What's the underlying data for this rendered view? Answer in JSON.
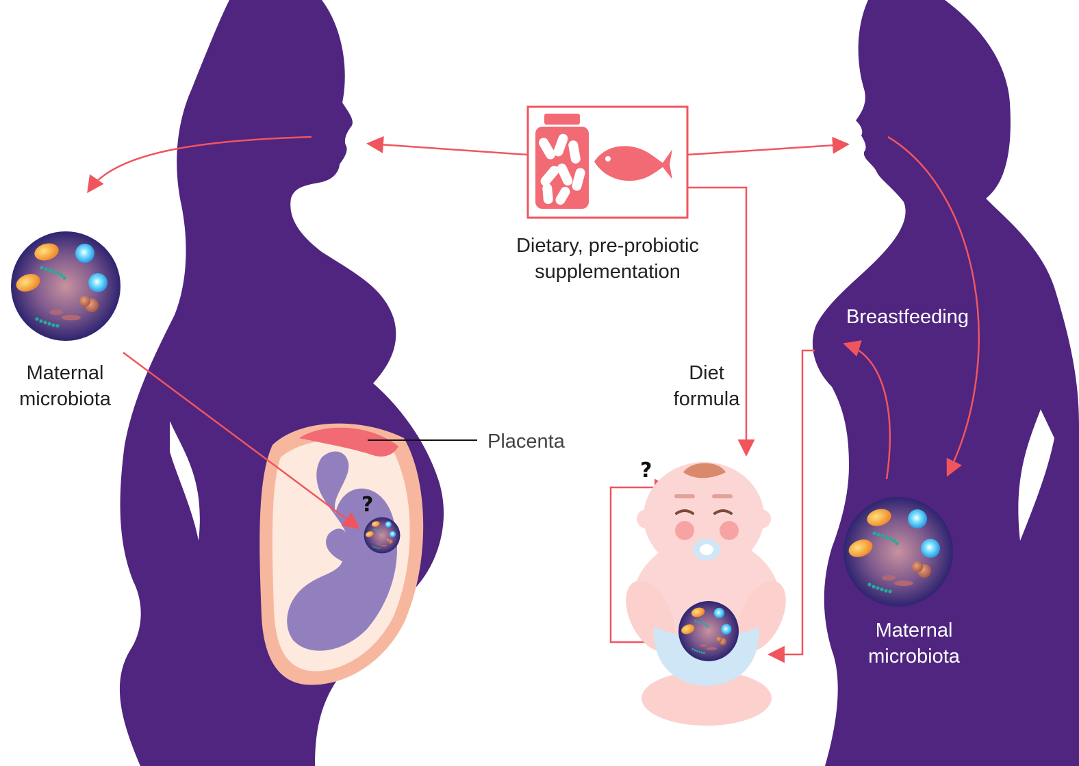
{
  "colors": {
    "silhouette": "#4f2580",
    "arrow": "#f0555e",
    "placenta": "#f26a73",
    "uterus_wall": "#f7b79e",
    "amniotic": "#fde9de",
    "fetus": "#9280be",
    "sphere_core": "#b9839a",
    "sphere_edge": "#3b2a78",
    "baby_skin": "#fcd6d4",
    "baby_hair": "#d98a6c",
    "diaper": "#cfe6f7"
  },
  "icons": {
    "supplement": "pill-bottle-icon",
    "food": "fish-icon"
  },
  "labels": {
    "supplement_caption": [
      "Dietary, pre-probiotic",
      "supplementation"
    ],
    "maternal_left": [
      "Maternal",
      "microbiota"
    ],
    "maternal_right": [
      "Maternal",
      "microbiota"
    ],
    "placenta": "Placenta",
    "diet_formula": [
      "Diet",
      "formula"
    ],
    "breastfeeding": "Breastfeeding",
    "unknown_fetus": "?",
    "unknown_infant": "?"
  }
}
